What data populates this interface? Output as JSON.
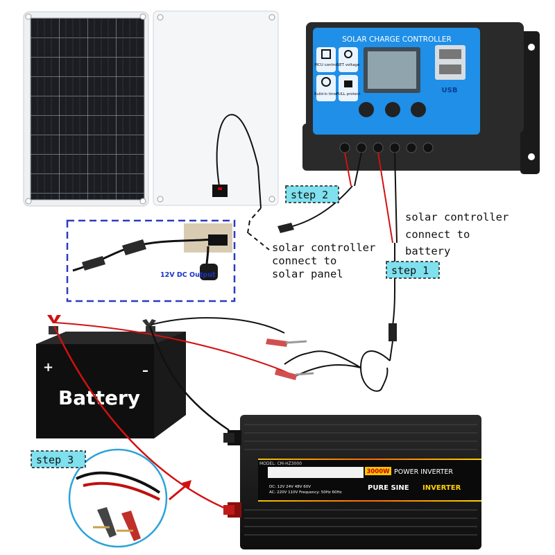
{
  "controller": {
    "title": "SOLAR CHARGE CONTROLLER",
    "btn_mcu": "MCU control",
    "btn_set": "SET voltage",
    "btn_timer": "Build-in timer",
    "btn_full": "FULL protect",
    "usb": "USB"
  },
  "panel_callout": {
    "output_label": "12V DC Output"
  },
  "battery": {
    "label": "Battery",
    "plus": "+",
    "minus": "–"
  },
  "inverter": {
    "model": "MODEL: CM-HZ3000",
    "power_badge": "3000W",
    "power_text": "POWER INVERTER",
    "pure_text": "PURE SINE",
    "inverter_text": "INVERTER",
    "dc_line": "DC: 12V 24V 48V 60V",
    "ac_line": "AC: 220V 110V Frequency: 50Hz 60Hz"
  },
  "annotations": {
    "step2": "step 2",
    "step1": "step 1",
    "step3": "step 3",
    "panel_conn": [
      "solar controller",
      "connect to",
      "solar panel"
    ],
    "battery_conn": [
      "solar controller",
      "connect to",
      "battery"
    ]
  }
}
